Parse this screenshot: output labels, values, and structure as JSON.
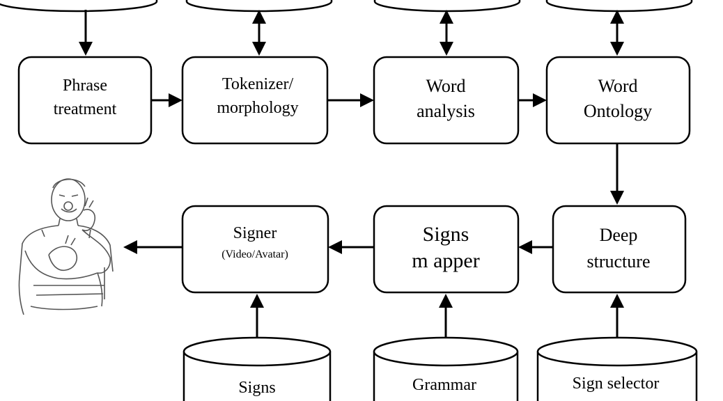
{
  "nodes": {
    "phrase_treatment": {
      "line1": "Phrase",
      "line2": "treatment"
    },
    "tokenizer": {
      "line1": "Tokenizer/",
      "line2": "morphology"
    },
    "word_analysis": {
      "line1": "Word",
      "line2": "analysis"
    },
    "word_ontology": {
      "line1": "Word",
      "line2": "Ontology"
    },
    "deep_structure": {
      "line1": "Deep",
      "line2": "structure"
    },
    "signs_mapper": {
      "line1": "Signs",
      "line2": "m apper"
    },
    "signer": {
      "line1": "Signer",
      "line2": "(Video/Avatar)"
    }
  },
  "databases": {
    "signs": "Signs",
    "grammar": "Grammar",
    "sign_selector": "Sign selector"
  },
  "figure_icon": "sign-language-person-icon"
}
